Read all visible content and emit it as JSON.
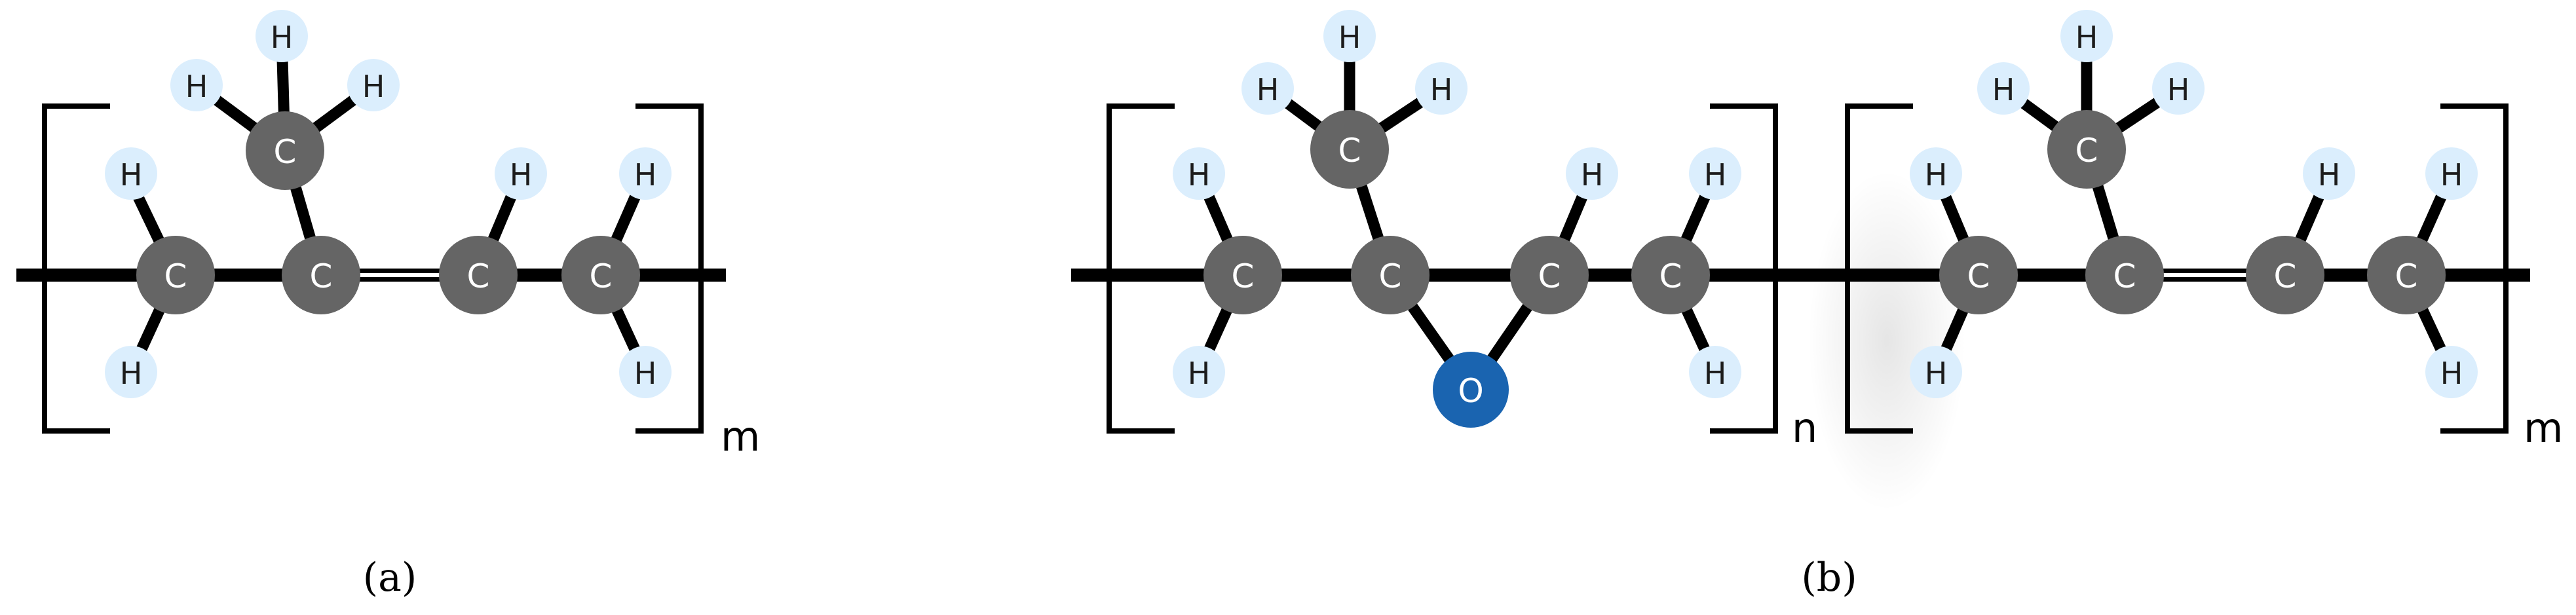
{
  "panels": {
    "a": {
      "label": "(a)",
      "subscripts": [
        "m"
      ]
    },
    "b": {
      "label": "(b)",
      "subscripts": [
        "n",
        "m"
      ]
    }
  },
  "atoms": {
    "carbon": {
      "symbol": "C",
      "fill": "#656565",
      "text_color": "#ffffff"
    },
    "hydrogen": {
      "symbol": "H",
      "fill": "#dbeefd",
      "text_color": "#1c1c1c"
    },
    "oxygen": {
      "symbol": "O",
      "fill": "#1a64b0",
      "text_color": "#ffffff"
    }
  },
  "colors": {
    "bond": "#000000",
    "background": "#ffffff"
  }
}
